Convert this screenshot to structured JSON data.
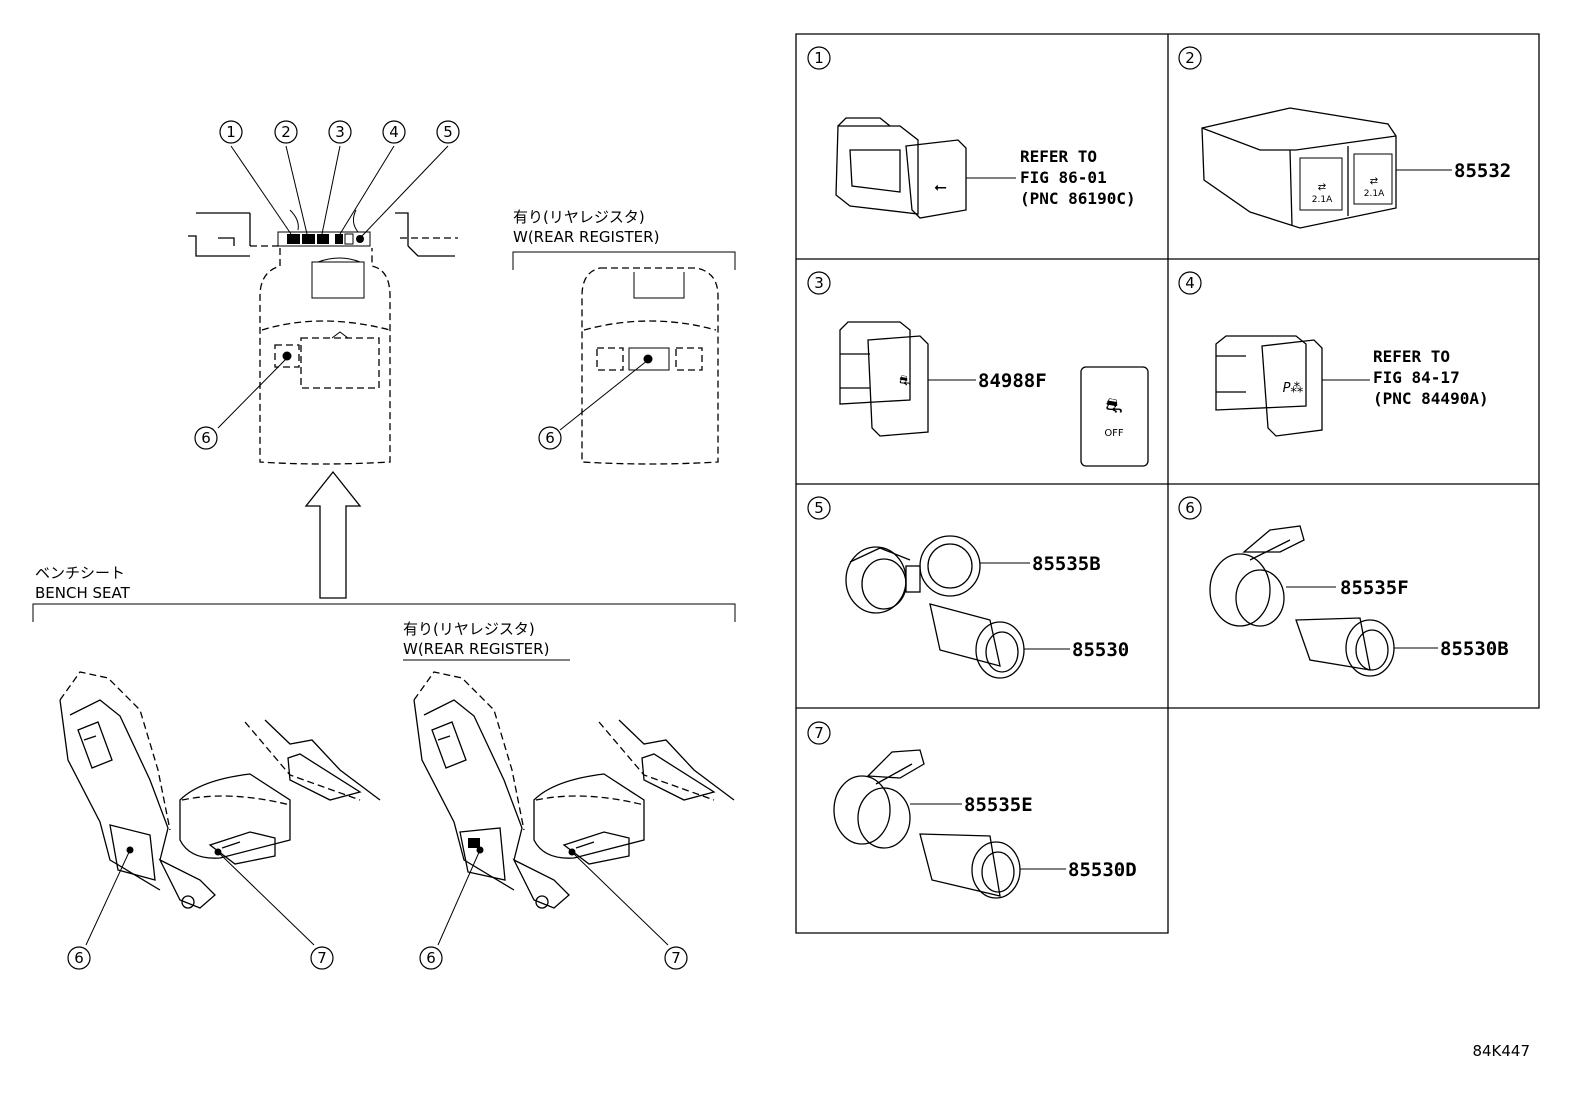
{
  "overview": {
    "callouts": [
      "1",
      "2",
      "3",
      "4",
      "5"
    ],
    "callout_6_front": "6",
    "callout_6_register": "6",
    "callout_6_bench": "6",
    "callout_7_bench": "7",
    "callout_6_bench_register": "6",
    "callout_7_bench_register": "7"
  },
  "labels": {
    "rear_register_jp": "有り(リヤレジスタ)",
    "rear_register_en": "W(REAR REGISTER)",
    "bench_seat_jp": "ベンチシート",
    "bench_seat_en": "BENCH SEAT",
    "bench_register_jp": "有り(リヤレジスタ)",
    "bench_register_en": "W(REAR REGISTER)"
  },
  "panels": [
    {
      "index": "1",
      "lines": [
        "REFER TO",
        "FIG 86-01",
        "(PNC 86190C)"
      ]
    },
    {
      "index": "2",
      "part": "85532",
      "sub": [
        "2.1A",
        "2.1A"
      ]
    },
    {
      "index": "3",
      "part": "84988F",
      "sub_icon_text": "OFF"
    },
    {
      "index": "4",
      "lines": [
        "REFER TO",
        "FIG 84-17",
        "(PNC 84490A)"
      ]
    },
    {
      "index": "5",
      "parts": [
        "85535B",
        "85530"
      ]
    },
    {
      "index": "6",
      "parts": [
        "85535F",
        "85530B"
      ]
    },
    {
      "index": "7",
      "parts": [
        "85535E",
        "85530D"
      ]
    }
  ],
  "figure_code": "84K447"
}
